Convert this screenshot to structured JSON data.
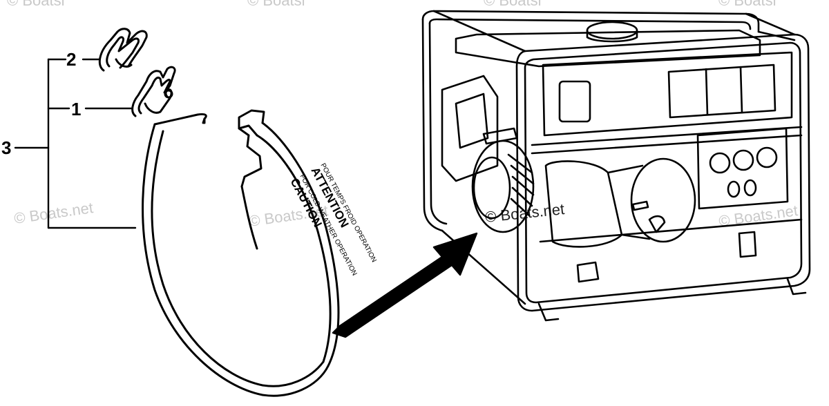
{
  "callouts": [
    {
      "id": "1",
      "label": "1"
    },
    {
      "id": "2",
      "label": "2"
    },
    {
      "id": "3",
      "label": "3"
    }
  ],
  "cover_label": {
    "line1": "CAUTION",
    "line2": "FOR COLD WEATHER OPERATION",
    "line3": "ATTENTION",
    "line4": "POUR TEMPS FROID OPERATION"
  },
  "watermark": {
    "text": "© Boats.net",
    "partial": "© Boatsl"
  },
  "colors": {
    "ink": "#000000",
    "watermark": "#c9c9c9",
    "background": "#ffffff"
  }
}
